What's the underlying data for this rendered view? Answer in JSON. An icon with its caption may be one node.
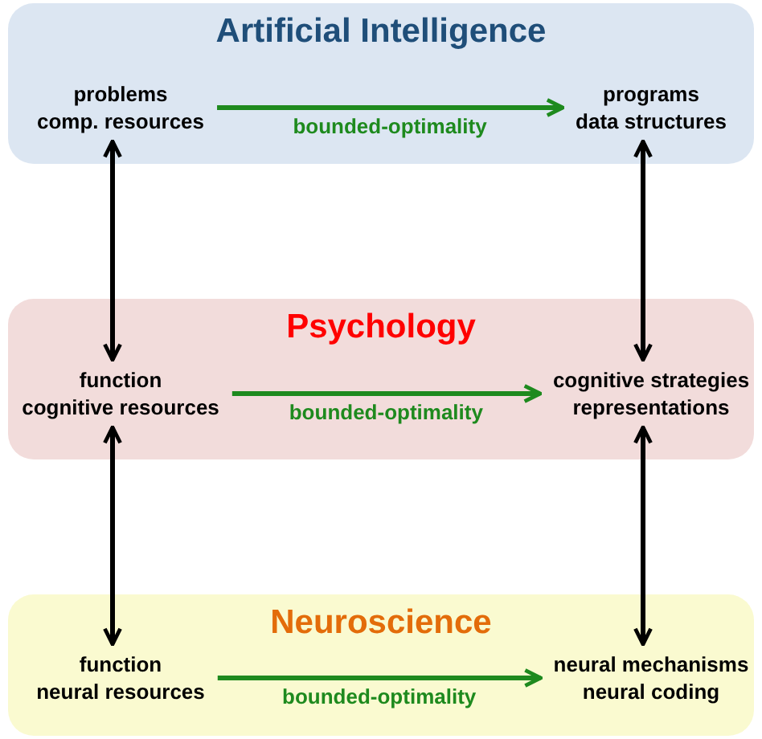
{
  "diagram": {
    "nodes": [
      {
        "text": [
          "Artificial Intelligence"
        ]
      },
      {
        "text": [
          "problems",
          "comp. resources"
        ],
        "in": 0
      },
      {
        "text": [
          "programs",
          "data structures"
        ],
        "in": 0
      },
      {
        "text": [
          "Psychology"
        ]
      },
      {
        "text": [
          "function",
          "cognitive resources"
        ],
        "in": 3
      },
      {
        "text": [
          "cognitive strategies",
          "representations"
        ],
        "in": 3
      },
      {
        "text": [
          "Neuroscience"
        ]
      },
      {
        "text": [
          "function",
          "neural resources"
        ],
        "in": 6
      },
      {
        "text": [
          "neural mechanisms",
          "neural coding"
        ],
        "in": 6
      }
    ],
    "edges": [
      {
        "from": 1,
        "to": 2,
        "arrow": "to",
        "label": "bounded-optimality",
        "color": "#1e8a1e"
      },
      {
        "from": 4,
        "to": 5,
        "arrow": "to",
        "label": "bounded-optimality",
        "color": "#1e8a1e"
      },
      {
        "from": 7,
        "to": 8,
        "arrow": "to",
        "label": "bounded-optimality",
        "color": "#1e8a1e"
      },
      {
        "from": 1,
        "to": 4,
        "arrow": "both"
      },
      {
        "from": 2,
        "to": 5,
        "arrow": "both"
      },
      {
        "from": 4,
        "to": 7,
        "arrow": "both"
      },
      {
        "from": 5,
        "to": 8,
        "arrow": "both"
      }
    ]
  }
}
